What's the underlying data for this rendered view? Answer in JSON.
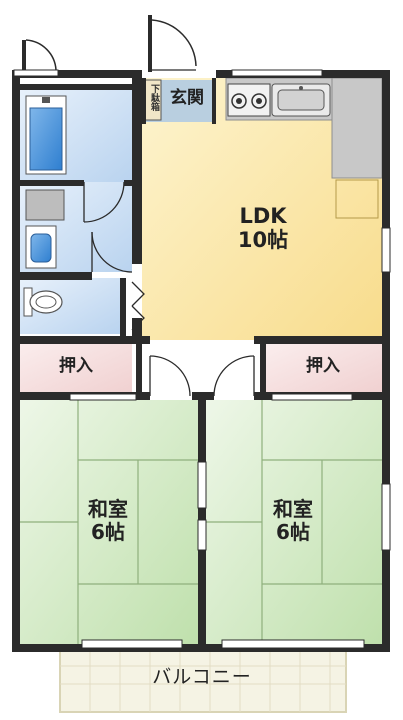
{
  "rooms": {
    "entrance": "玄関",
    "shoe_box": "下駄箱",
    "ldk": {
      "name": "LDK",
      "size": "10帖"
    },
    "closet_left": "押入",
    "closet_right": "押入",
    "washitsu_left": {
      "name": "和室",
      "size": "6帖"
    },
    "washitsu_right": {
      "name": "和室",
      "size": "6帖"
    },
    "balcony": "バルコニー"
  },
  "colors": {
    "wall": "#2b2b2b",
    "ldk_floor": "#fbe7a6",
    "wet_area": "#cfe1f5",
    "tatami": "#d9eccc",
    "closet": "#f6dede",
    "balcony": "#f5f3e4",
    "counter": "#c8c8c8"
  }
}
